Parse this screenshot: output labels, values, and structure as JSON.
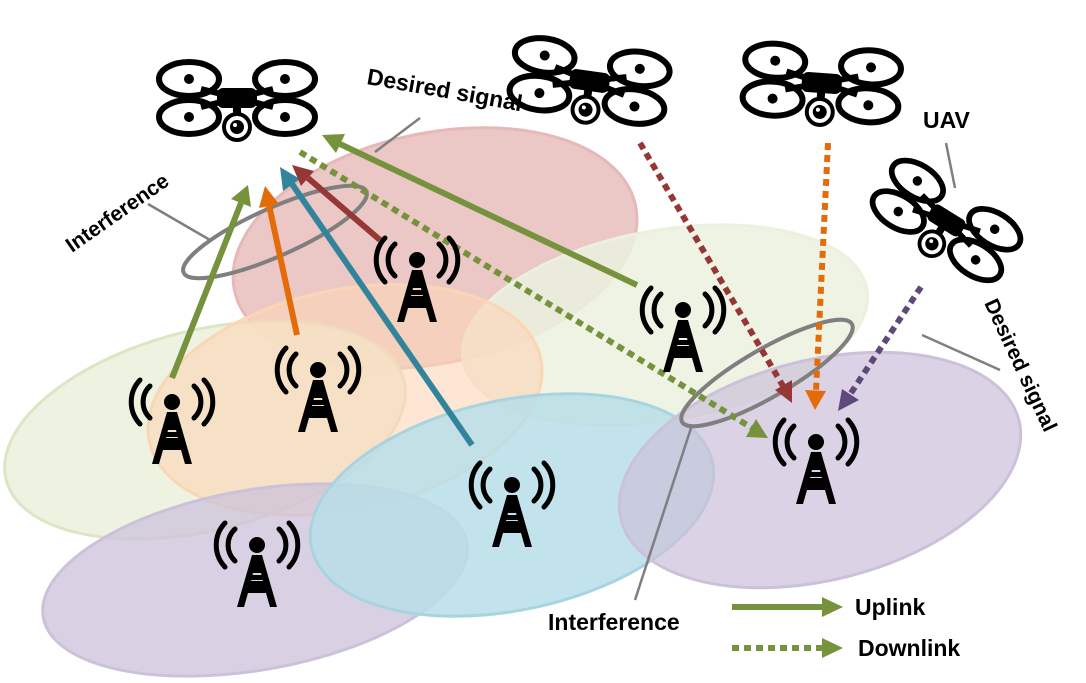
{
  "labels": {
    "desired_signal_top": "Desired signal",
    "interference_left": "Interference",
    "uav": "UAV",
    "desired_signal_right": "Desired signal",
    "interference_bottom": "Interference"
  },
  "legend": {
    "uplink": "Uplink",
    "downlink": "Downlink"
  },
  "colors": {
    "uplink_green": "#76923c",
    "orange": "#e36c09",
    "blue": "#31849b",
    "dark_red": "#953735",
    "purple": "#5f497a",
    "cell_green": "#ebf1de",
    "cell_red": "#e6b9b8",
    "cell_orange": "#fcd5b5",
    "cell_blue": "#b7dee8",
    "cell_purple": "#ccc1da"
  },
  "icons": [
    "uav-drone-icon",
    "base-station-tower-icon"
  ]
}
